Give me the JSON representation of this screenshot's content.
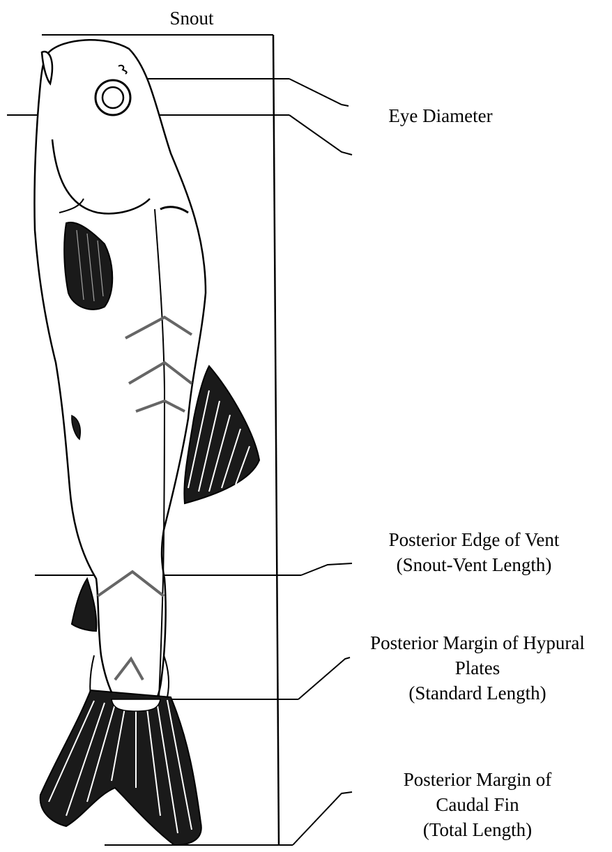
{
  "labels": {
    "snout": "Snout",
    "eye_diameter": "Eye Diameter",
    "vent_line1": "Posterior Edge of Vent",
    "vent_line2": "(Snout-Vent Length)",
    "hypural_line1": "Posterior Margin of Hypural",
    "hypural_line2": "Plates",
    "hypural_line3": "(Standard Length)",
    "caudal_line1": "Posterior Margin of",
    "caudal_line2": "Caudal Fin",
    "caudal_line3": "(Total Length)"
  },
  "colors": {
    "ink": "#000000",
    "paper": "#ffffff",
    "fin_shade": "#1a1a1a"
  }
}
